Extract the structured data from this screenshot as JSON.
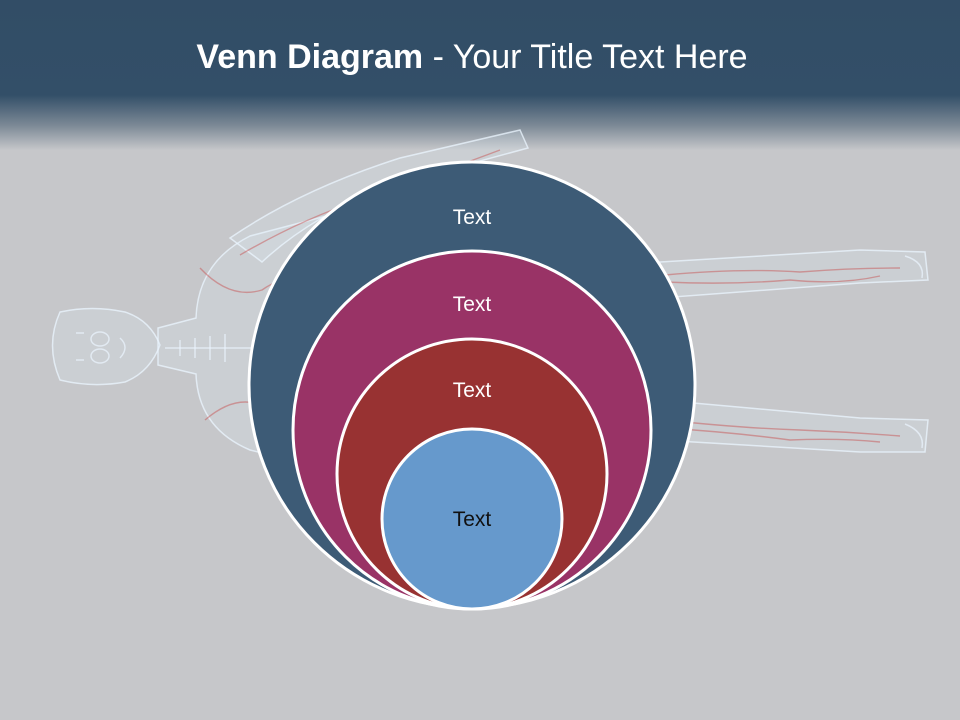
{
  "slide": {
    "title_bold": "Venn Diagram",
    "title_rest": " - Your Title Text Here"
  },
  "colors": {
    "header": "#334f68",
    "background": "#c6c7ca",
    "ring_outer": "#3d5b76",
    "ring_second": "#993366",
    "ring_third": "#983232",
    "ring_inner": "#6699cc",
    "ring_border": "#ffffff"
  },
  "diagram": {
    "rings": [
      {
        "label": "Text",
        "color": "#3d5b76",
        "text_color": "#ffffff"
      },
      {
        "label": "Text",
        "color": "#993366",
        "text_color": "#ffffff"
      },
      {
        "label": "Text",
        "color": "#983232",
        "text_color": "#ffffff"
      },
      {
        "label": "Text",
        "color": "#6699cc",
        "text_color": "#111111"
      }
    ]
  },
  "background_image": {
    "icon": "human-anatomy-figure-icon"
  }
}
